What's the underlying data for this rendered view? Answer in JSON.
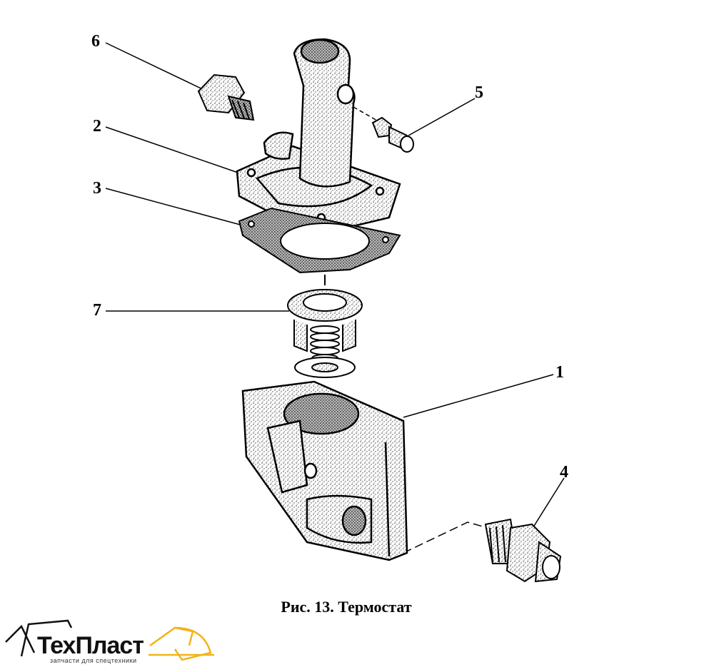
{
  "callouts": {
    "c1": "1",
    "c2": "2",
    "c3": "3",
    "c4": "4",
    "c5": "5",
    "c6": "6",
    "c7": "7"
  },
  "caption": "Рис. 13. Термостат",
  "logo": {
    "name": "ТехПласт",
    "tagline": "запчасти для спецтехники",
    "accent": "#f2b417"
  },
  "colors": {
    "ink": "#000000",
    "stipple": "#3a3a3a",
    "background": "#ffffff"
  }
}
